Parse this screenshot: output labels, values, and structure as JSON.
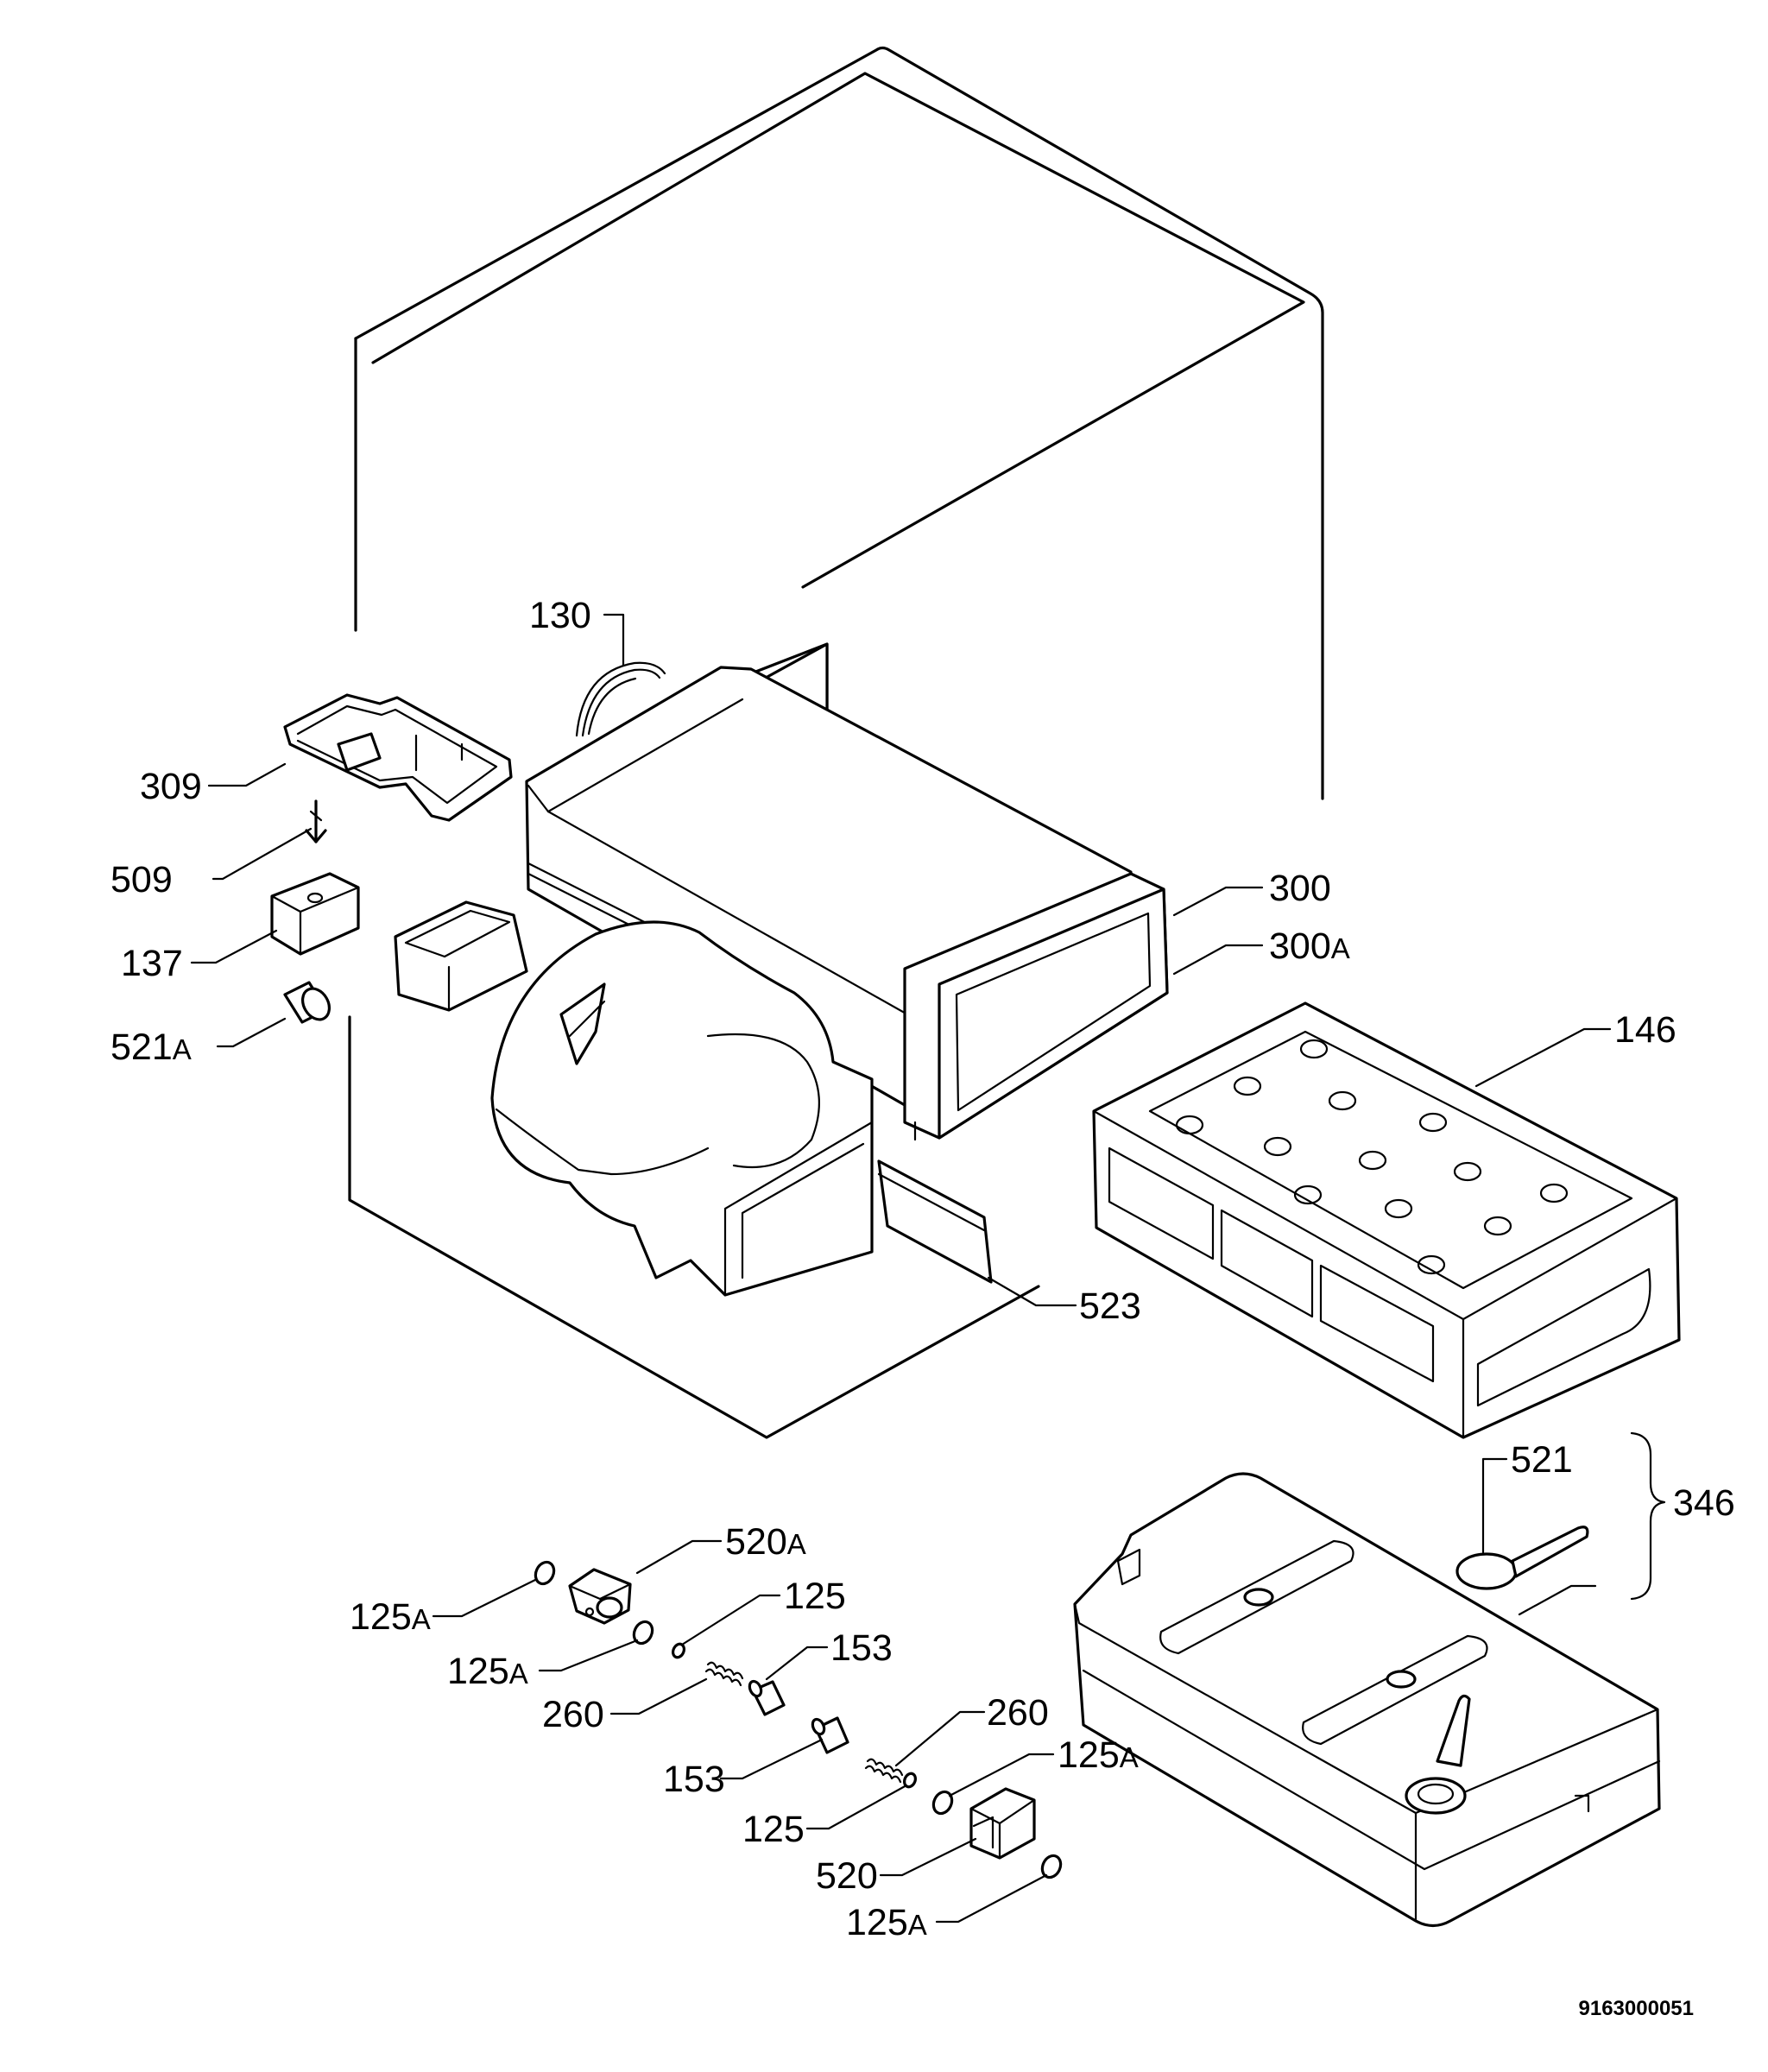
{
  "labels": [
    {
      "id": "130",
      "num": "130",
      "suffix": ""
    },
    {
      "id": "309",
      "num": "309",
      "suffix": ""
    },
    {
      "id": "509",
      "num": "509",
      "suffix": ""
    },
    {
      "id": "137",
      "num": "137",
      "suffix": ""
    },
    {
      "id": "521a",
      "num": "521",
      "suffix": "A"
    },
    {
      "id": "300",
      "num": "300",
      "suffix": ""
    },
    {
      "id": "300a",
      "num": "300",
      "suffix": "A"
    },
    {
      "id": "146",
      "num": "146",
      "suffix": ""
    },
    {
      "id": "523",
      "num": "523",
      "suffix": ""
    },
    {
      "id": "521",
      "num": "521",
      "suffix": ""
    },
    {
      "id": "346",
      "num": "346",
      "suffix": ""
    },
    {
      "id": "520a",
      "num": "520",
      "suffix": "A"
    },
    {
      "id": "125a-1",
      "num": "125",
      "suffix": "A"
    },
    {
      "id": "125a-2",
      "num": "125",
      "suffix": "A"
    },
    {
      "id": "125-1",
      "num": "125",
      "suffix": ""
    },
    {
      "id": "153-1",
      "num": "153",
      "suffix": ""
    },
    {
      "id": "260-1",
      "num": "260",
      "suffix": ""
    },
    {
      "id": "260-2",
      "num": "260",
      "suffix": ""
    },
    {
      "id": "153-2",
      "num": "153",
      "suffix": ""
    },
    {
      "id": "125a-3",
      "num": "125",
      "suffix": "A"
    },
    {
      "id": "125-2",
      "num": "125",
      "suffix": ""
    },
    {
      "id": "520",
      "num": "520",
      "suffix": ""
    },
    {
      "id": "125a-4",
      "num": "125",
      "suffix": "A"
    }
  ],
  "drawing_code": "9163000051"
}
